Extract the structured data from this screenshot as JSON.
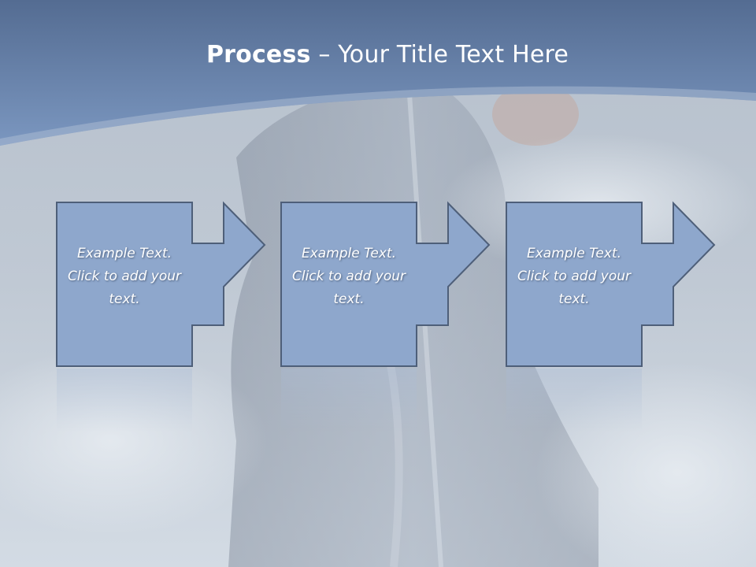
{
  "slide": {
    "title_bold": "Process",
    "title_rest": " – Your Title Text Here",
    "colors": {
      "header": "#6a86ae",
      "box_fill": "#8ea7cc",
      "box_stroke": "#4e5f79",
      "background": "#c9d2dd"
    },
    "steps": [
      {
        "text": "Example Text. Click  to add your text."
      },
      {
        "text": "Example Text. Click  to add your text."
      },
      {
        "text": "Example Text. Click  to add your text."
      }
    ]
  }
}
